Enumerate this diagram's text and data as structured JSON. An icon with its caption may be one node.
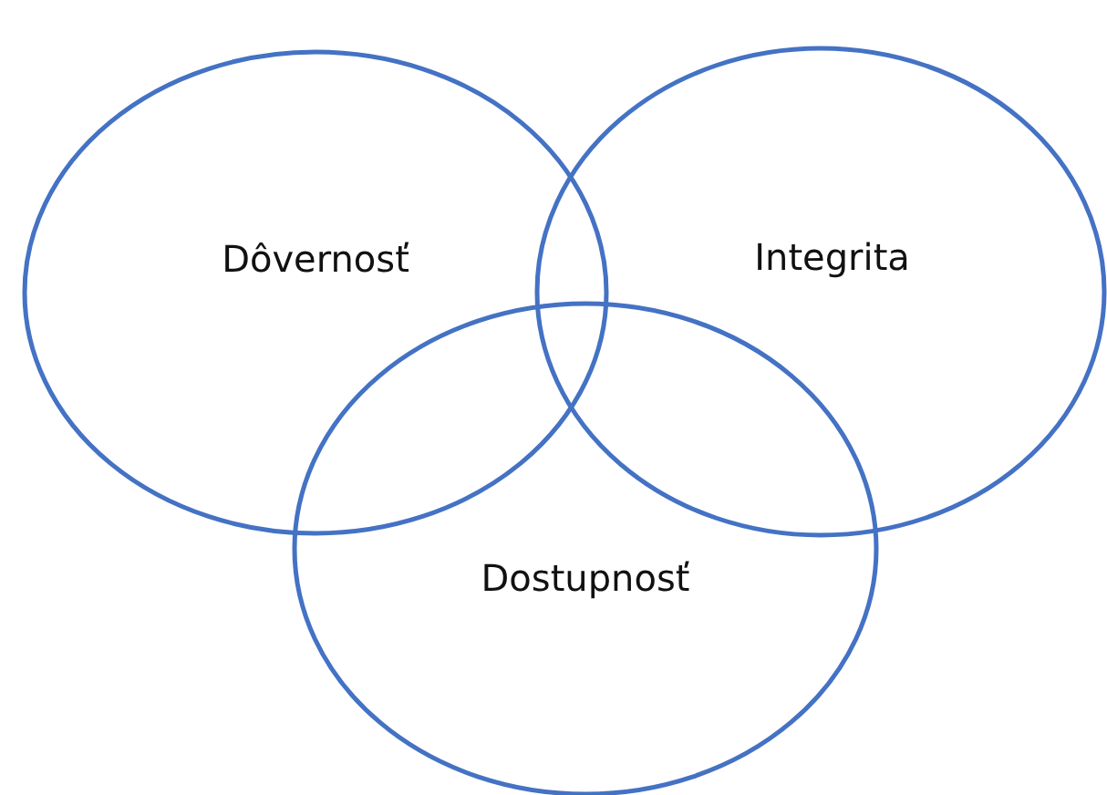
{
  "diagram": {
    "nodes": [
      {
        "text": [
          "Dôvernosť"
        ]
      },
      {
        "text": [
          "Integrita"
        ]
      },
      {
        "text": [
          "Dostupnosť"
        ]
      }
    ],
    "edges": []
  }
}
